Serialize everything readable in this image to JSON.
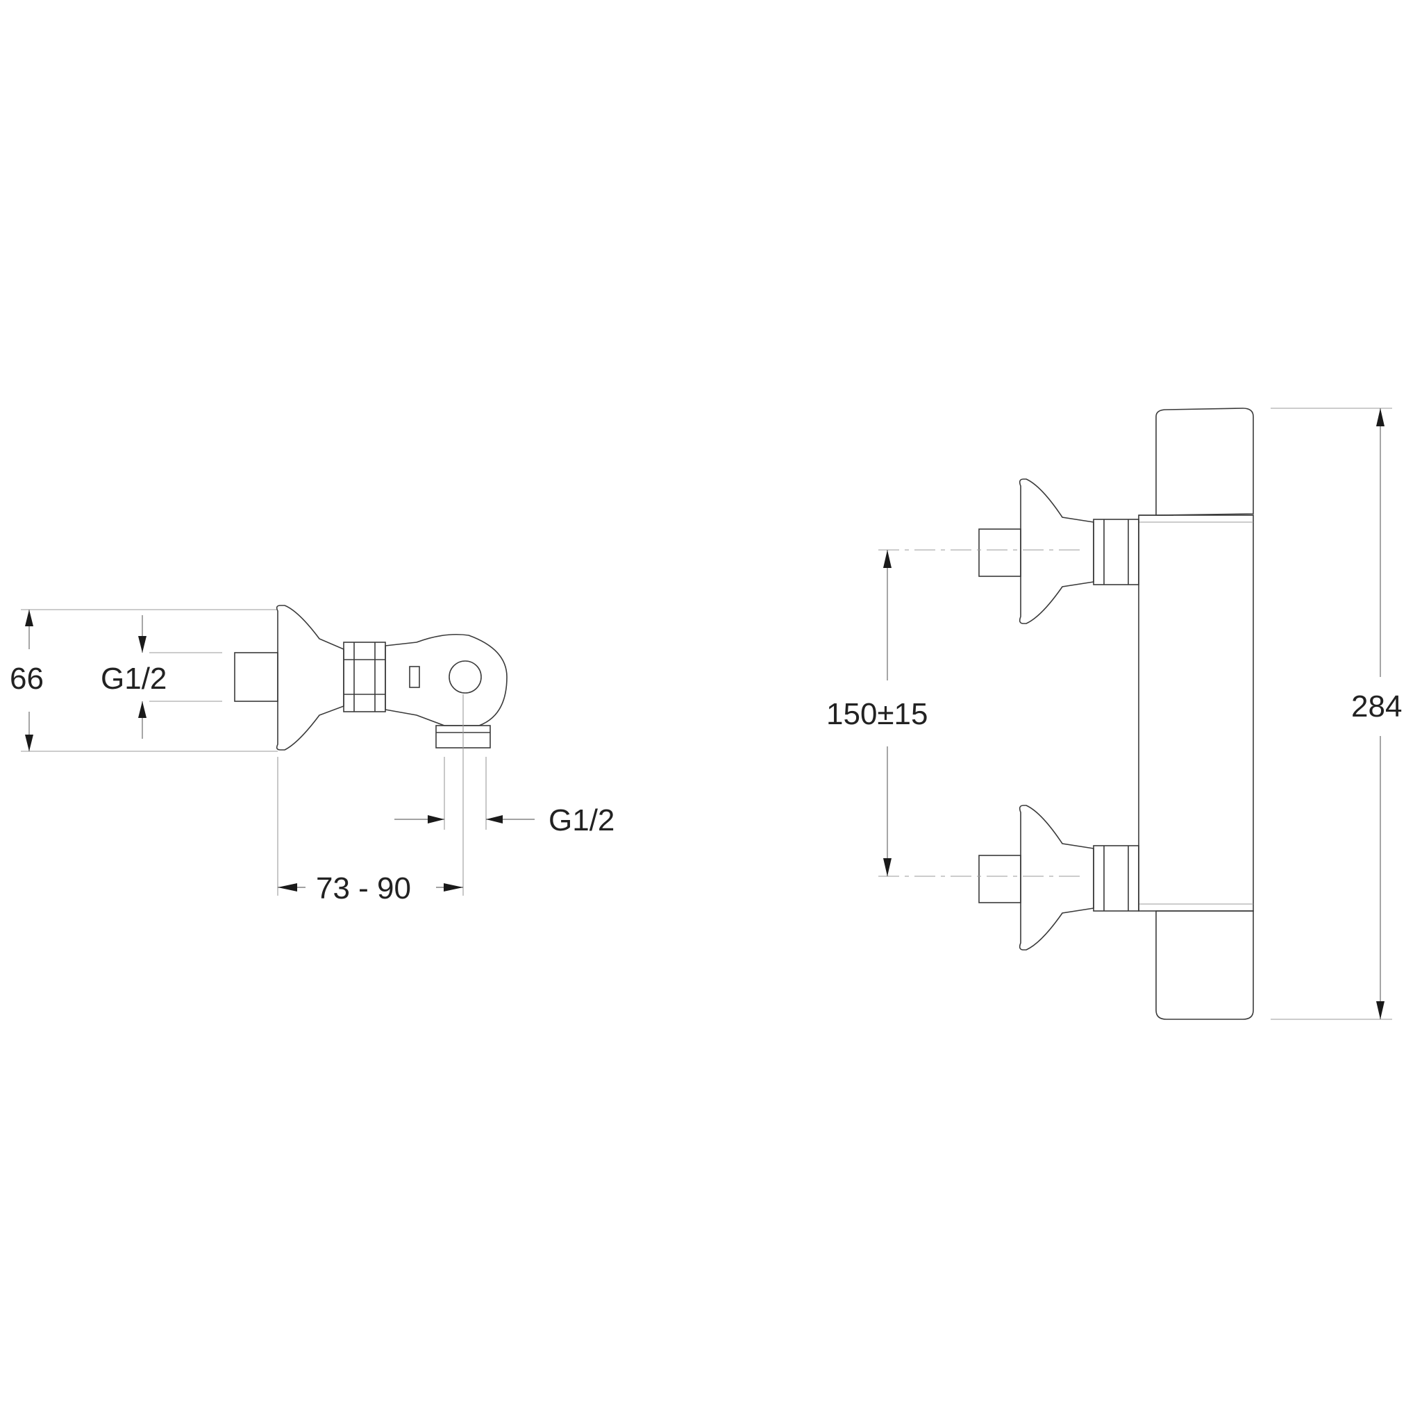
{
  "side_view": {
    "height_label": "66",
    "inlet_thread_label": "G1/2",
    "outlet_thread_label": "G1/2",
    "depth_label": "73 - 90"
  },
  "front_view": {
    "centers_label": "150±15",
    "total_height_label": "284"
  }
}
